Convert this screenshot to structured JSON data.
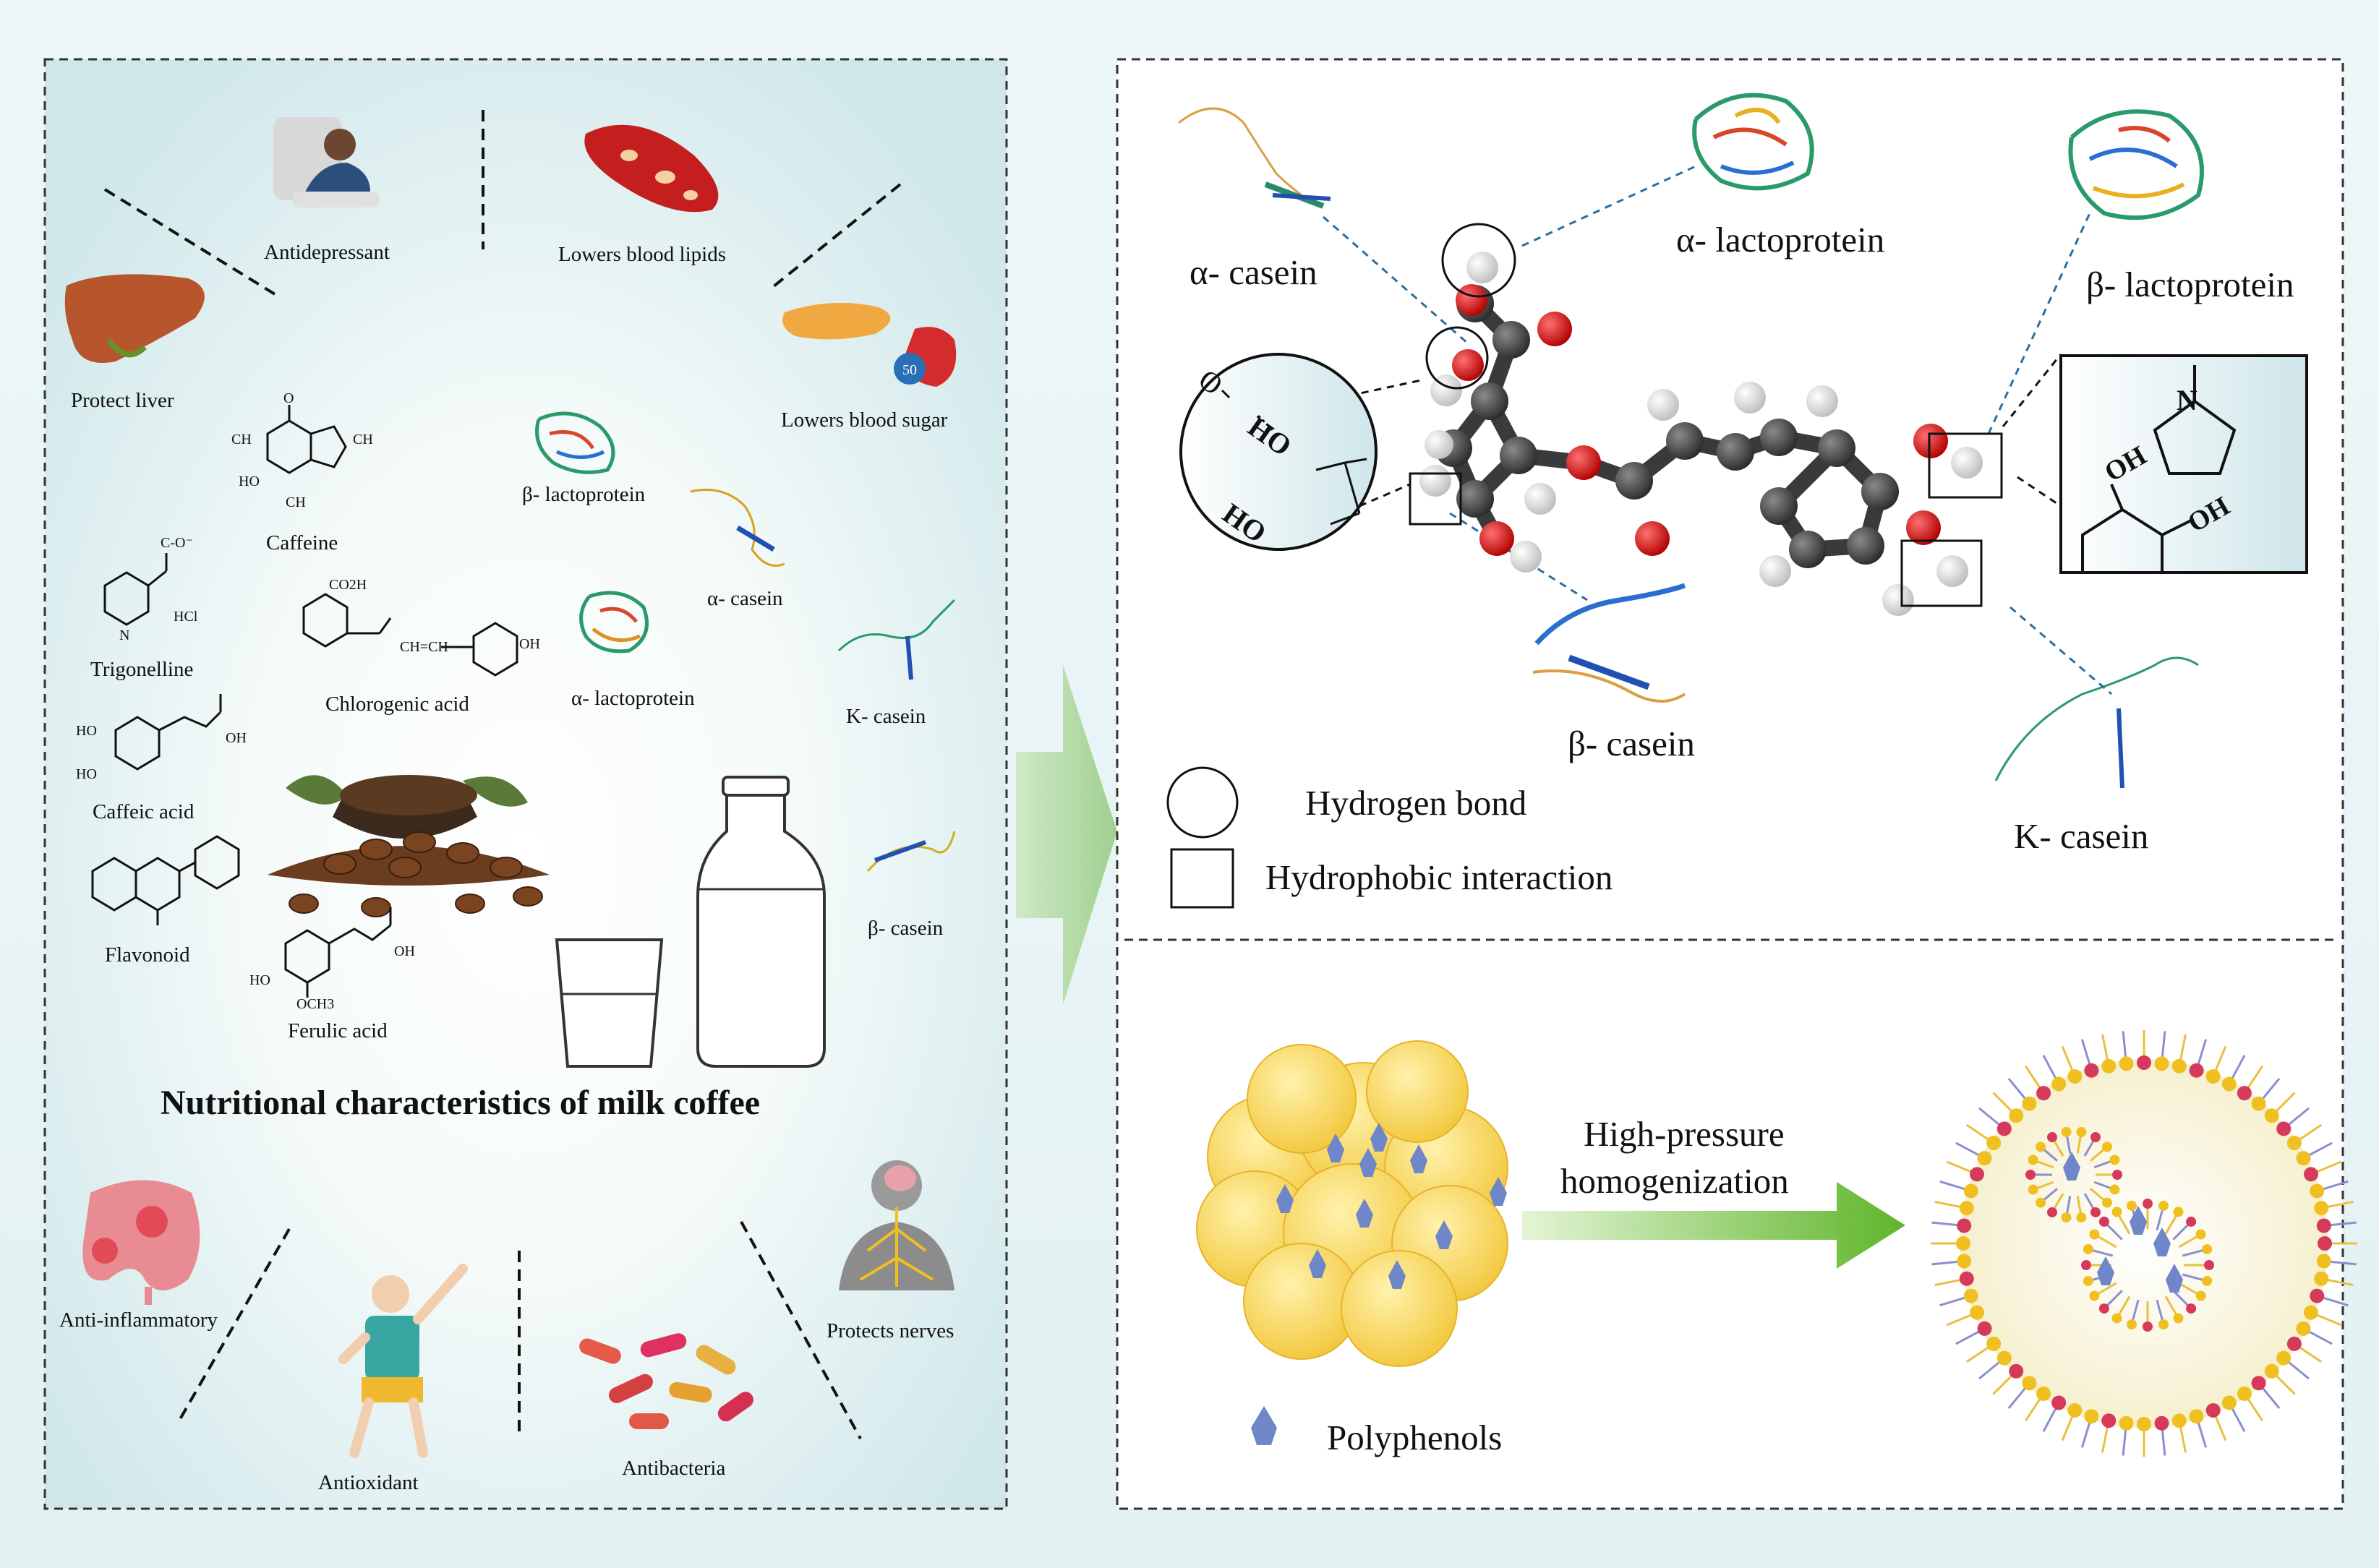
{
  "left_panel": {
    "title": "Nutritional characteristics of milk coffee",
    "benefits": {
      "antidepressant": "Antidepressant",
      "lowers_lipids": "Lowers blood lipids",
      "protect_liver": "Protect liver",
      "lowers_sugar": "Lowers blood sugar",
      "anti_inflammatory": "Anti-inflammatory",
      "antioxidant": "Antioxidant",
      "antibacteria": "Antibacteria",
      "protects_nerves": "Protects nerves"
    },
    "glucometer_value": "50",
    "compounds": {
      "caffeine": "Caffeine",
      "trigonelline": "Trigonelline",
      "chlorogenic_acid": "Chlorogenic acid",
      "caffeic_acid": "Caffeic acid",
      "flavonoid": "Flavonoid",
      "ferulic_acid": "Ferulic acid"
    },
    "proteins": {
      "beta_lactoprotein": "β- lactoprotein",
      "alpha_casein": "α- casein",
      "alpha_lactoprotein": "α- lactoprotein",
      "k_casein": "K- casein",
      "beta_casein": "β- casein"
    },
    "atom_labels": {
      "caffeine_ch_1": "CH",
      "caffeine_ch_2": "CH",
      "caffeine_ch_3": "CH",
      "ho": "HO",
      "oh": "OH",
      "n": "N",
      "o": "O",
      "hcl": "HCl",
      "coo": "C-O⁻",
      "co2h": "CO2H",
      "ch_eq_ch": "CH=CH",
      "och3": "OCH3"
    }
  },
  "right_top": {
    "proteins": {
      "alpha_casein": "α- casein",
      "alpha_lactoprotein": "α- lactoprotein",
      "beta_lactoprotein": "β- lactoprotein",
      "beta_casein": "β- casein",
      "k_casein": "K- casein"
    },
    "legend": {
      "hydrogen_bond": "Hydrogen bond",
      "hydrophobic": "Hydrophobic interaction"
    },
    "zoom_left": {
      "o": "O",
      "ho_1": "HO",
      "ho_2": "HO"
    },
    "zoom_right": {
      "n": "N",
      "oh_1": "OH",
      "oh_2": "OH"
    }
  },
  "right_bottom": {
    "process_line1": "High-pressure",
    "process_line2": "homogenization",
    "legend_polyphenols": "Polyphenols"
  },
  "colors": {
    "left_bg": "#d4ebee",
    "arrow_green": "#a8d49c",
    "process_arrow": "#6fbf3a",
    "oxygen": "#d42020",
    "carbon": "#3c3c3c",
    "hydrogen": "#e8e8e8",
    "polyphenol": "#7a8fd0",
    "micelle_head_yellow": "#f0c020",
    "micelle_head_red": "#d63a5a"
  },
  "icons": [
    "brain-icon",
    "liver-icon",
    "blood-cell-icon",
    "pancreas-icon",
    "intestine-icon",
    "bacteria-icon",
    "coffee-beans-icon",
    "milk-bottle-icon",
    "glass-icon",
    "person-icon",
    "nervous-system-icon"
  ]
}
